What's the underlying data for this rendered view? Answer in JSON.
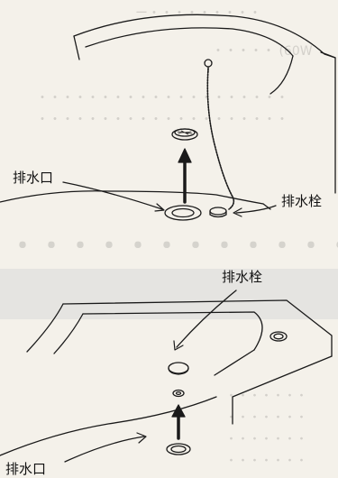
{
  "diagram": {
    "top": {
      "drain_outlet_label": "排水口",
      "drain_plug_label": "排水栓"
    },
    "bottom": {
      "drain_plug_label": "排水栓",
      "drain_outlet_label": "排水口"
    }
  }
}
